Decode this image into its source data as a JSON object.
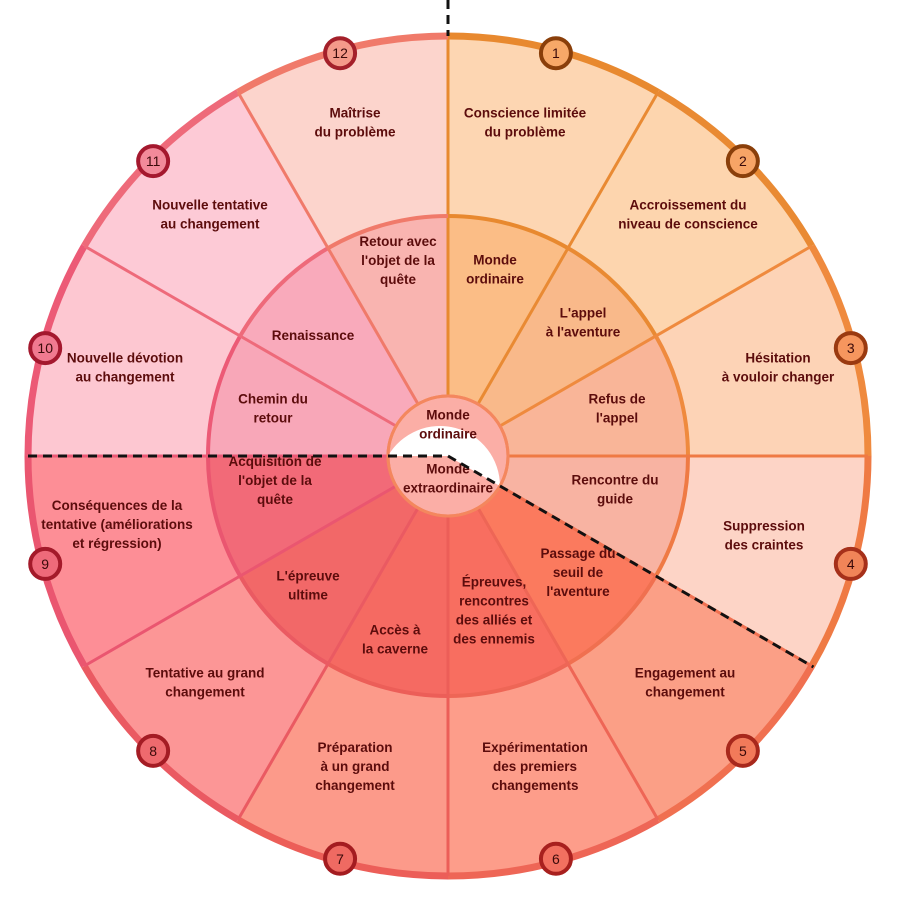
{
  "center": {
    "upper": [
      "Monde",
      "ordinaire"
    ],
    "lower": [
      "Monde",
      "extraordinaire"
    ],
    "upper_color": "#ffffff",
    "lower_color": "#fbaea6"
  },
  "stages": [
    {
      "number": "1",
      "outer": [
        "Conscience limitée",
        "du problème"
      ],
      "inner": [
        "Monde",
        "ordinaire"
      ],
      "outer_color": "#fdd6b2",
      "inner_color": "#fbbd86",
      "stroke": "#e8892f",
      "badge_fill": "#f7a868",
      "badge_border": "#8a3f0a"
    },
    {
      "number": "2",
      "outer": [
        "Accroissement du",
        "niveau de conscience"
      ],
      "inner": [
        "L'appel",
        "à l'aventure"
      ],
      "outer_color": "#fdd5ae",
      "inner_color": "#f9b98a",
      "stroke": "#e98a33",
      "badge_fill": "#f7a466",
      "badge_border": "#8a3f0a"
    },
    {
      "number": "3",
      "outer": [
        "Hésitation",
        "à vouloir changer"
      ],
      "inner": [
        "Refus de",
        "l'appel"
      ],
      "outer_color": "#fdd3b6",
      "inner_color": "#f9b598",
      "stroke": "#ef8a3e",
      "badge_fill": "#f6965e",
      "badge_border": "#9a3a10"
    },
    {
      "number": "4",
      "outer": [
        "Suppression",
        "des craintes"
      ],
      "inner": [
        "Rencontre du",
        "guide"
      ],
      "outer_color": "#fdd4c6",
      "inner_color": "#f8b3a2",
      "stroke": "#ef7a44",
      "badge_fill": "#f08458",
      "badge_border": "#a6301a"
    },
    {
      "number": "5",
      "outer": [
        "Engagement au",
        "changement"
      ],
      "inner": [
        "Passage du",
        "seuil de",
        "l'aventure"
      ],
      "outer_color": "#fb9f86",
      "inner_color": "#fb7a5e",
      "stroke": "#f07050",
      "badge_fill": "#f27a5a",
      "badge_border": "#a8281c"
    },
    {
      "number": "6",
      "outer": [
        "Expérimentation",
        "des premiers",
        "changements"
      ],
      "inner": [
        "Épreuves,",
        "rencontres",
        "des alliés et",
        "des ennemis"
      ],
      "outer_color": "#fd9d8a",
      "inner_color": "#f86e60",
      "stroke": "#ee6656",
      "badge_fill": "#f27060",
      "badge_border": "#a8201e"
    },
    {
      "number": "7",
      "outer": [
        "Préparation",
        "à un grand",
        "changement"
      ],
      "inner": [
        "Accès à",
        "la caverne"
      ],
      "outer_color": "#fc9a8a",
      "inner_color": "#f56a62",
      "stroke": "#ec5e58",
      "badge_fill": "#ef6a62",
      "badge_border": "#a41c20"
    },
    {
      "number": "8",
      "outer": [
        "Tentative au grand",
        "changement"
      ],
      "inner": [
        "L'épreuve",
        "ultime"
      ],
      "outer_color": "#fc9696",
      "inner_color": "#f26868",
      "stroke": "#ea5a62",
      "badge_fill": "#ee6a6e",
      "badge_border": "#a41c24"
    },
    {
      "number": "9",
      "outer": [
        "Conséquences de la",
        "tentative (améliorations",
        "et régression)"
      ],
      "inner": [
        "Acquisition de",
        "l'objet de la",
        "quête"
      ],
      "outer_color": "#fd8e96",
      "inner_color": "#f26a78",
      "stroke": "#ea5670",
      "badge_fill": "#ee6a7a",
      "badge_border": "#a41a2a"
    },
    {
      "number": "10",
      "outer": [
        "Nouvelle dévotion",
        "au changement"
      ],
      "inner": [
        "Chemin du",
        "retour"
      ],
      "outer_color": "#fdc7d1",
      "inner_color": "#f8a7b8",
      "stroke": "#ec5a76",
      "badge_fill": "#f07a90",
      "badge_border": "#a4182e"
    },
    {
      "number": "11",
      "outer": [
        "Nouvelle tentative",
        "au changement"
      ],
      "inner": [
        "Renaissance"
      ],
      "outer_color": "#fdcad6",
      "inner_color": "#f9aabb",
      "stroke": "#ee6a7a",
      "badge_fill": "#f28a9a",
      "badge_border": "#a4182e"
    },
    {
      "number": "12",
      "outer": [
        "Maîtrise",
        "du problème"
      ],
      "inner": [
        "Retour avec",
        "l'objet de la",
        "quête"
      ],
      "outer_color": "#fcd4cc",
      "inner_color": "#f9b4b0",
      "stroke": "#f07a6a",
      "badge_fill": "#f49a8a",
      "badge_border": "#a4202a"
    }
  ]
}
